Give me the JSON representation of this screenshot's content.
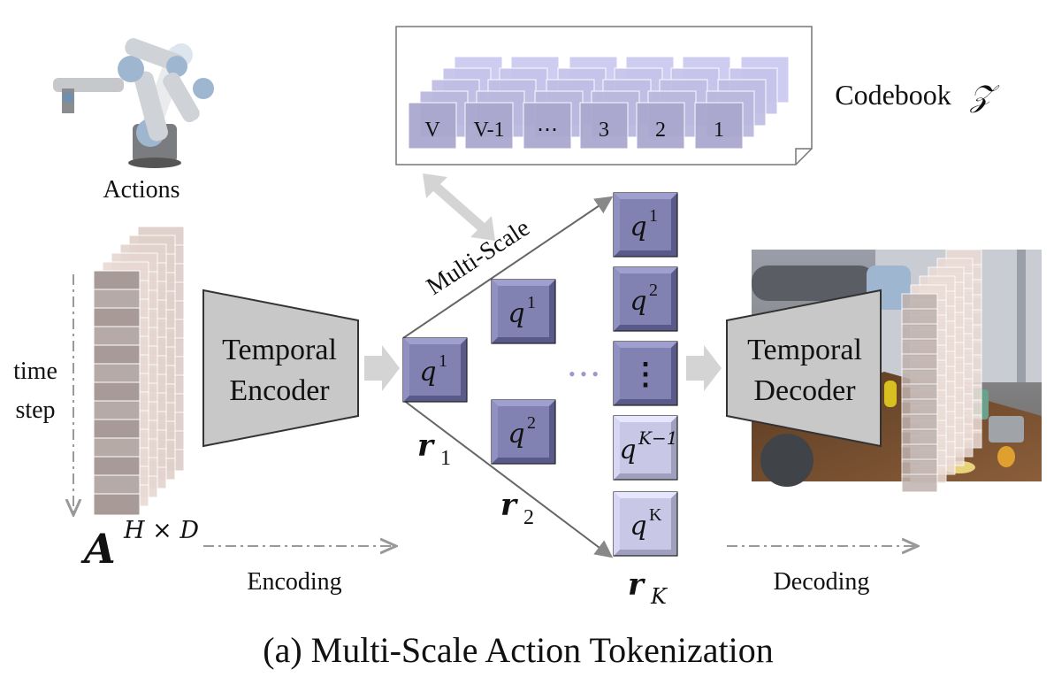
{
  "actions_label": "Actions",
  "time_label_1": "time",
  "time_label_2": "step",
  "action_matrix_symbol": "A",
  "action_matrix_superscript": "H × D",
  "encoder": {
    "line1": "Temporal",
    "line2": "Encoder"
  },
  "decoder": {
    "line1": "Temporal",
    "line2": "Decoder"
  },
  "encoding_label": "Encoding",
  "decoding_label": "Decoding",
  "multiscale_label": "Multi-Scale",
  "codebook": {
    "label": "Codebook",
    "symbol": "𝒵",
    "entries": [
      "V",
      "V-1",
      "⋯",
      "3",
      "2",
      "1"
    ]
  },
  "tokens": {
    "level1": [
      {
        "base": "q",
        "sup": "1"
      }
    ],
    "level2": [
      {
        "base": "q",
        "sup": "1"
      },
      {
        "base": "q",
        "sup": "2"
      }
    ],
    "levelK": [
      {
        "base": "q",
        "sup": "1"
      },
      {
        "base": "q",
        "sup": "2"
      },
      {
        "base": "⋮",
        "sup": ""
      },
      {
        "base": "q",
        "sup": "K−1"
      },
      {
        "base": "q",
        "sup": "K"
      }
    ],
    "middle_ellipsis": "• • •"
  },
  "residuals": {
    "r1": {
      "base": "r",
      "sub": "1"
    },
    "r2": {
      "base": "r",
      "sub": "2"
    },
    "rK": {
      "base": "r",
      "sub": "K"
    }
  },
  "caption": "(a) Multi-Scale Action Tokenization",
  "colors": {
    "token_face_dark": "#8282b2",
    "token_face_light": "#c8c8e6",
    "codebook_face": "#b4b2d8",
    "action_slab": "#a89a96",
    "action_slab_light": "#ecdcd6",
    "trapezoid": "#c8c8c8",
    "arrow_gray": "#d4d4d4"
  }
}
